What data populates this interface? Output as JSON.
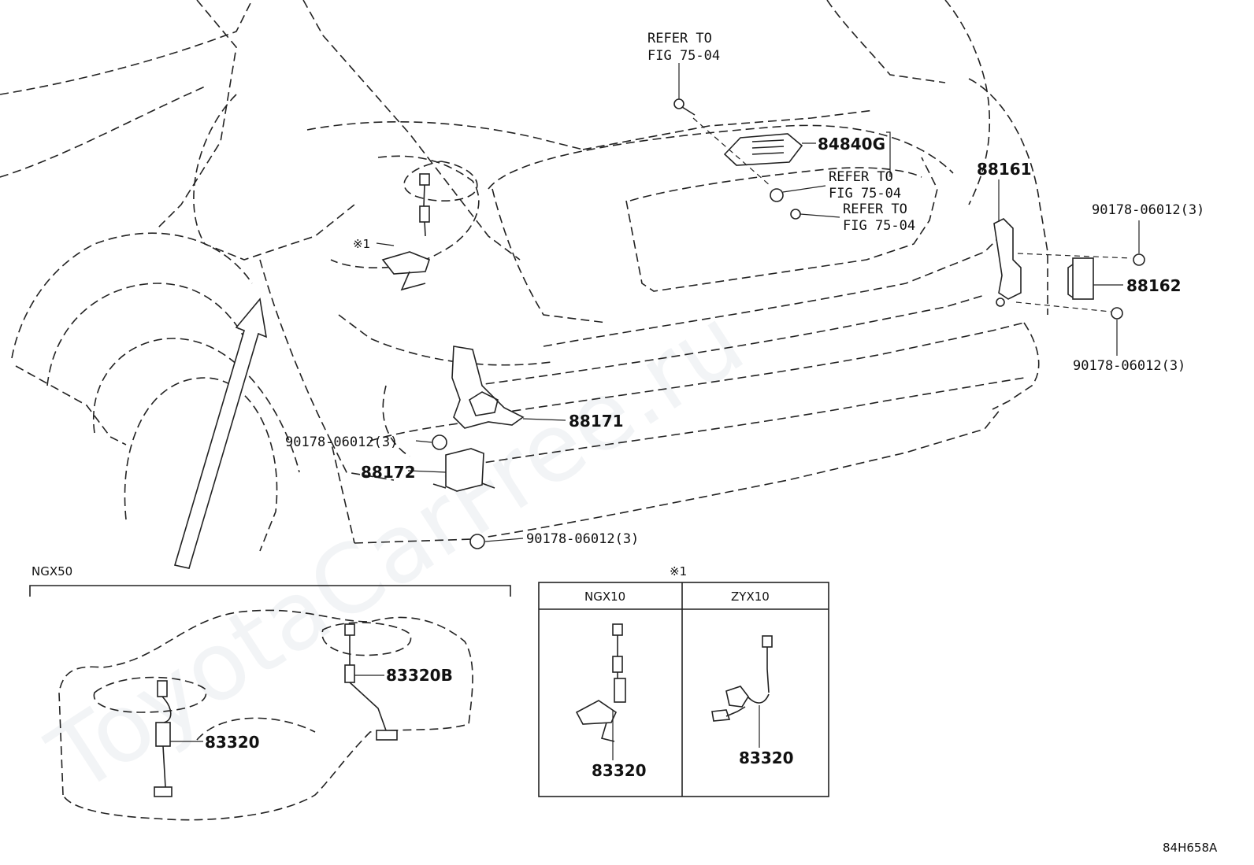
{
  "watermark": "ToyotaCarFree.ru",
  "figure_code": "84H658A",
  "callouts": {
    "refer_top": [
      "REFER TO",
      "FIG 75-04"
    ],
    "refer_mid1": [
      "REFER TO",
      "FIG 75-04"
    ],
    "refer_mid2": [
      "REFER TO",
      "FIG 75-04"
    ],
    "p84840G": "84840G",
    "p88161": "88161",
    "p88162": "88162",
    "p88171": "88171",
    "p88172": "88172",
    "clip_a": "90178-06012(3)",
    "clip_b": "90178-06012(3)",
    "clip_c": "90178-06012(3)",
    "clip_d": "90178-06012(3)",
    "note_mark": "※1"
  },
  "inset_ngx50": {
    "title": "NGX50",
    "part_a": "83320B",
    "part_b": "83320"
  },
  "inset_note": {
    "mark": "※1",
    "col1_title": "NGX10",
    "col2_title": "ZYX10",
    "col1_part": "83320",
    "col2_part": "83320"
  }
}
